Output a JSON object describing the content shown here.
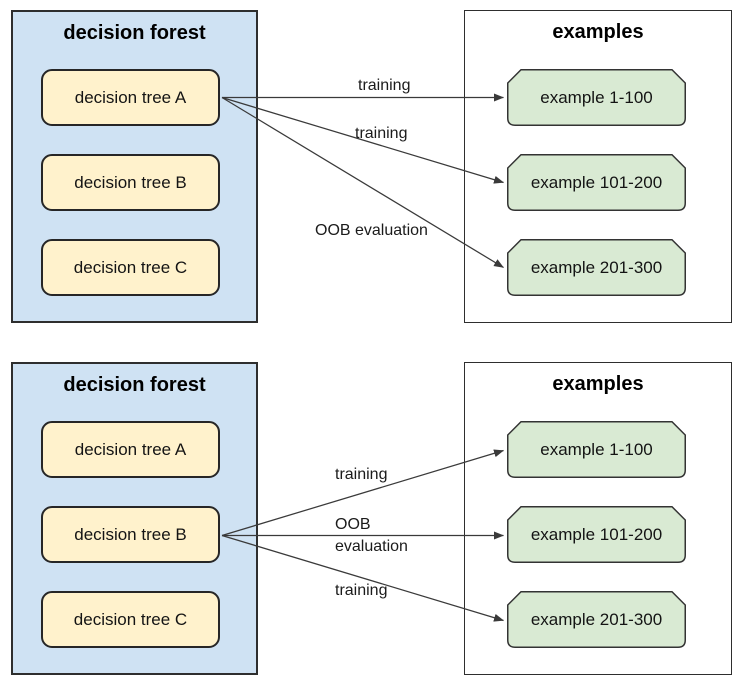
{
  "colors": {
    "forest_fill": "#cfe2f3",
    "tree_fill": "#fff2cc",
    "example_fill": "#d9ead3",
    "examples_fill": "#ffffff",
    "line": "#3a3a3a"
  },
  "diagrams": [
    {
      "forest": {
        "title": "decision forest",
        "trees": [
          {
            "label": "decision tree A"
          },
          {
            "label": "decision tree B"
          },
          {
            "label": "decision tree C"
          }
        ]
      },
      "examples": {
        "title": "examples",
        "items": [
          {
            "label": "example 1-100"
          },
          {
            "label": "example 101-200"
          },
          {
            "label": "example 201-300"
          }
        ]
      },
      "arrows": [
        {
          "label": "training",
          "from": "decision tree A",
          "to": "example 1-100"
        },
        {
          "label": "training",
          "from": "decision tree A",
          "to": "example 101-200"
        },
        {
          "label": "OOB evaluation",
          "from": "decision tree A",
          "to": "example 201-300"
        }
      ]
    },
    {
      "forest": {
        "title": "decision forest",
        "trees": [
          {
            "label": "decision tree A"
          },
          {
            "label": "decision tree B"
          },
          {
            "label": "decision tree C"
          }
        ]
      },
      "examples": {
        "title": "examples",
        "items": [
          {
            "label": "example 1-100"
          },
          {
            "label": "example 101-200"
          },
          {
            "label": "example 201-300"
          }
        ]
      },
      "arrows": [
        {
          "label": "training",
          "from": "decision tree B",
          "to": "example 1-100"
        },
        {
          "label": "OOB\nevaluation",
          "from": "decision tree B",
          "to": "example 101-200"
        },
        {
          "label": "training",
          "from": "decision tree B",
          "to": "example 201-300"
        }
      ]
    }
  ]
}
